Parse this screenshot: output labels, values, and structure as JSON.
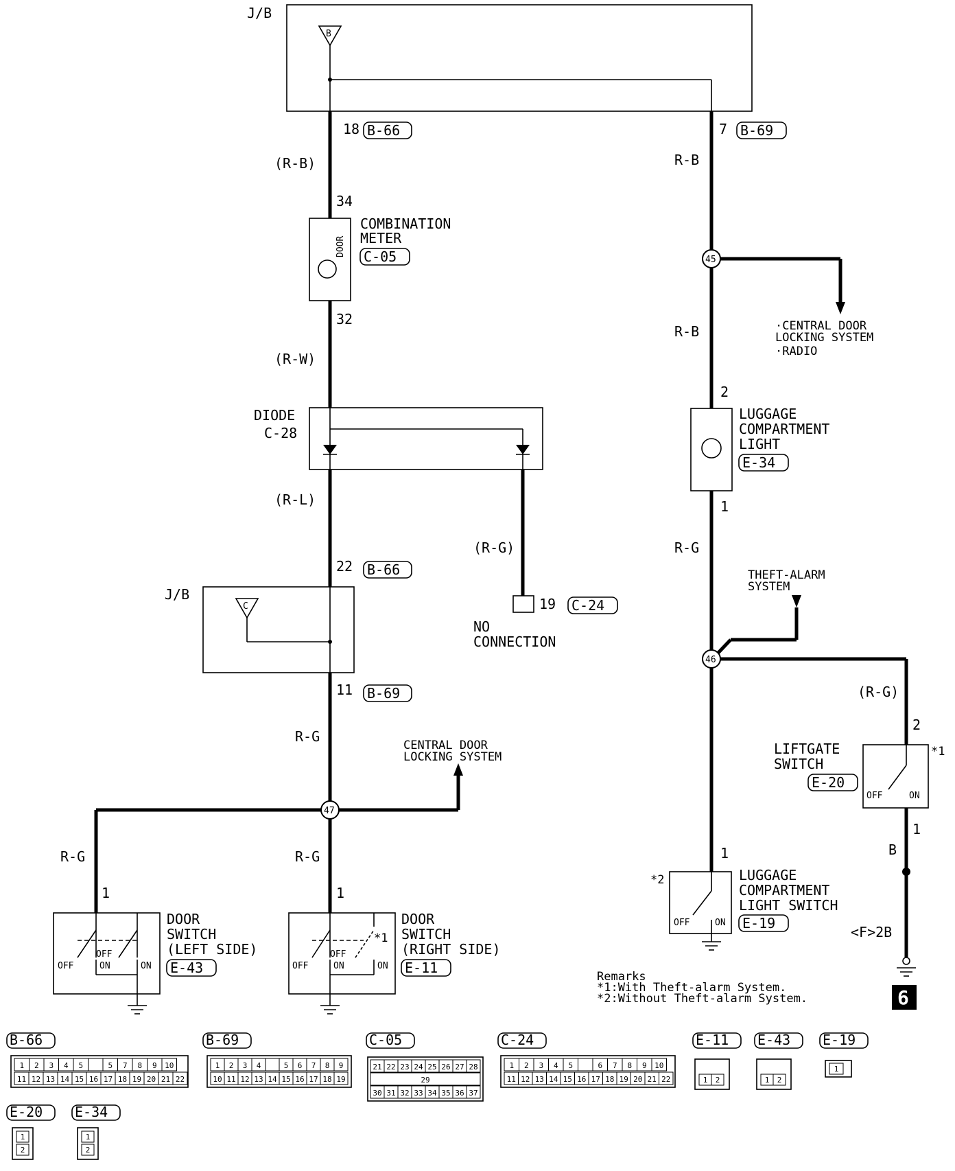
{
  "junction_block": {
    "label": "J/B",
    "source_b": "B",
    "source_c": "C"
  },
  "connectors": {
    "b66": "B-66",
    "b69": "B-69",
    "c05": "C-05",
    "c24": "C-24",
    "e11": "E-11",
    "e43": "E-43",
    "e19": "E-19",
    "e20": "E-20",
    "e34": "E-34"
  },
  "pins": {
    "p18": "18",
    "p7": "7",
    "p34": "34",
    "p32": "32",
    "p22": "22",
    "p19": "19",
    "p11": "11",
    "p2a": "2",
    "p1a": "1",
    "p2b": "2",
    "p1b": "1",
    "p1c": "1",
    "p1d": "1",
    "p1e": "1"
  },
  "wires": {
    "rb_paren": "(R-B)",
    "rb": "R-B",
    "rw": "(R-W)",
    "rl": "(R-L)",
    "rg_paren": "(R-G)",
    "rg": "R-G",
    "b": "B"
  },
  "splices": {
    "s45": "45",
    "s46": "46",
    "s47": "47"
  },
  "components": {
    "combination_meter": [
      "COMBINATION",
      "METER"
    ],
    "door_lamp": "DOOR",
    "diode": [
      "DIODE",
      "C-28"
    ],
    "no_connection": [
      "NO",
      "CONNECTION"
    ],
    "luggage_light": [
      "LUGGAGE",
      "COMPARTMENT",
      "LIGHT"
    ],
    "liftgate_switch": [
      "LIFTGATE",
      "SWITCH"
    ],
    "luggage_switch": [
      "LUGGAGE",
      "COMPARTMENT",
      "LIGHT SWITCH"
    ],
    "door_switch_left": [
      "DOOR",
      "SWITCH",
      "(LEFT SIDE)"
    ],
    "door_switch_right": [
      "DOOR",
      "SWITCH",
      "(RIGHT SIDE)"
    ],
    "off": "OFF",
    "on": "ON",
    "star1": "*1",
    "star2": "*2"
  },
  "references": {
    "central_radio": [
      "·CENTRAL DOOR",
      " LOCKING SYSTEM",
      "·RADIO"
    ],
    "theft_alarm": [
      "THEFT-ALARM",
      "SYSTEM"
    ],
    "central_lock": [
      "CENTRAL DOOR",
      "LOCKING SYSTEM"
    ]
  },
  "ground": {
    "label": "<F>2B"
  },
  "remarks": {
    "title": "Remarks",
    "line1": "*1:With Theft-alarm System.",
    "line2": "*2:Without Theft-alarm System."
  },
  "page_number": "6",
  "connector_faces": {
    "b66_top": [
      "1",
      "2",
      "3",
      "4",
      "5",
      "",
      "5",
      "7",
      "8",
      "9",
      "10"
    ],
    "b66_bot": [
      "11",
      "12",
      "13",
      "14",
      "15",
      "16",
      "17",
      "18",
      "19",
      "20",
      "21",
      "22"
    ],
    "b69_top": [
      "1",
      "2",
      "3",
      "4",
      "",
      "5",
      "6",
      "7",
      "8",
      "9"
    ],
    "b69_bot": [
      "10",
      "11",
      "12",
      "13",
      "14",
      "15",
      "16",
      "17",
      "18",
      "19"
    ],
    "c05_top": [
      "21",
      "22",
      "23",
      "24",
      "25",
      "26",
      "27",
      "28"
    ],
    "c05_mid": "29",
    "c05_bot": [
      "30",
      "31",
      "32",
      "33",
      "34",
      "35",
      "36",
      "37"
    ],
    "c24_top": [
      "1",
      "2",
      "3",
      "4",
      "5",
      "",
      "6",
      "7",
      "8",
      "9",
      "10"
    ],
    "c24_bot": [
      "11",
      "12",
      "13",
      "14",
      "15",
      "16",
      "17",
      "18",
      "19",
      "20",
      "21",
      "22"
    ],
    "e11": [
      "1",
      "2"
    ],
    "e43": [
      "1",
      "2"
    ],
    "e19": "1",
    "e20": [
      "1",
      "2"
    ],
    "e34": [
      "1",
      "2"
    ]
  }
}
